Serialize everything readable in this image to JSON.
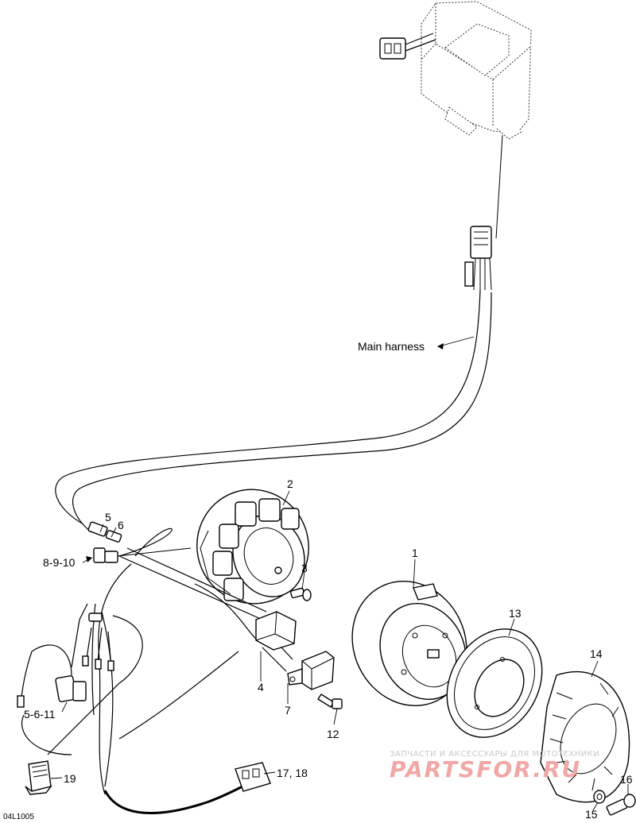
{
  "diagram_code": "04L1005",
  "labels": {
    "main_harness": "Main harness",
    "p1": "1",
    "p2": "2",
    "p3": "3",
    "p4": "4",
    "p5": "5",
    "p6": "6",
    "p7": "7",
    "p8_9_10": "8-9-10",
    "p5_6_11": "5-6-11",
    "p12": "12",
    "p13": "13",
    "p14": "14",
    "p15": "15",
    "p16": "16",
    "p17_18": "17, 18",
    "p19": "19"
  },
  "watermark": {
    "top": "ЗАПЧАСТИ И АКСЕССУАРЫ ДЛЯ МОТОТЕХНИКИ",
    "main": "PARTSFOR.RU"
  }
}
